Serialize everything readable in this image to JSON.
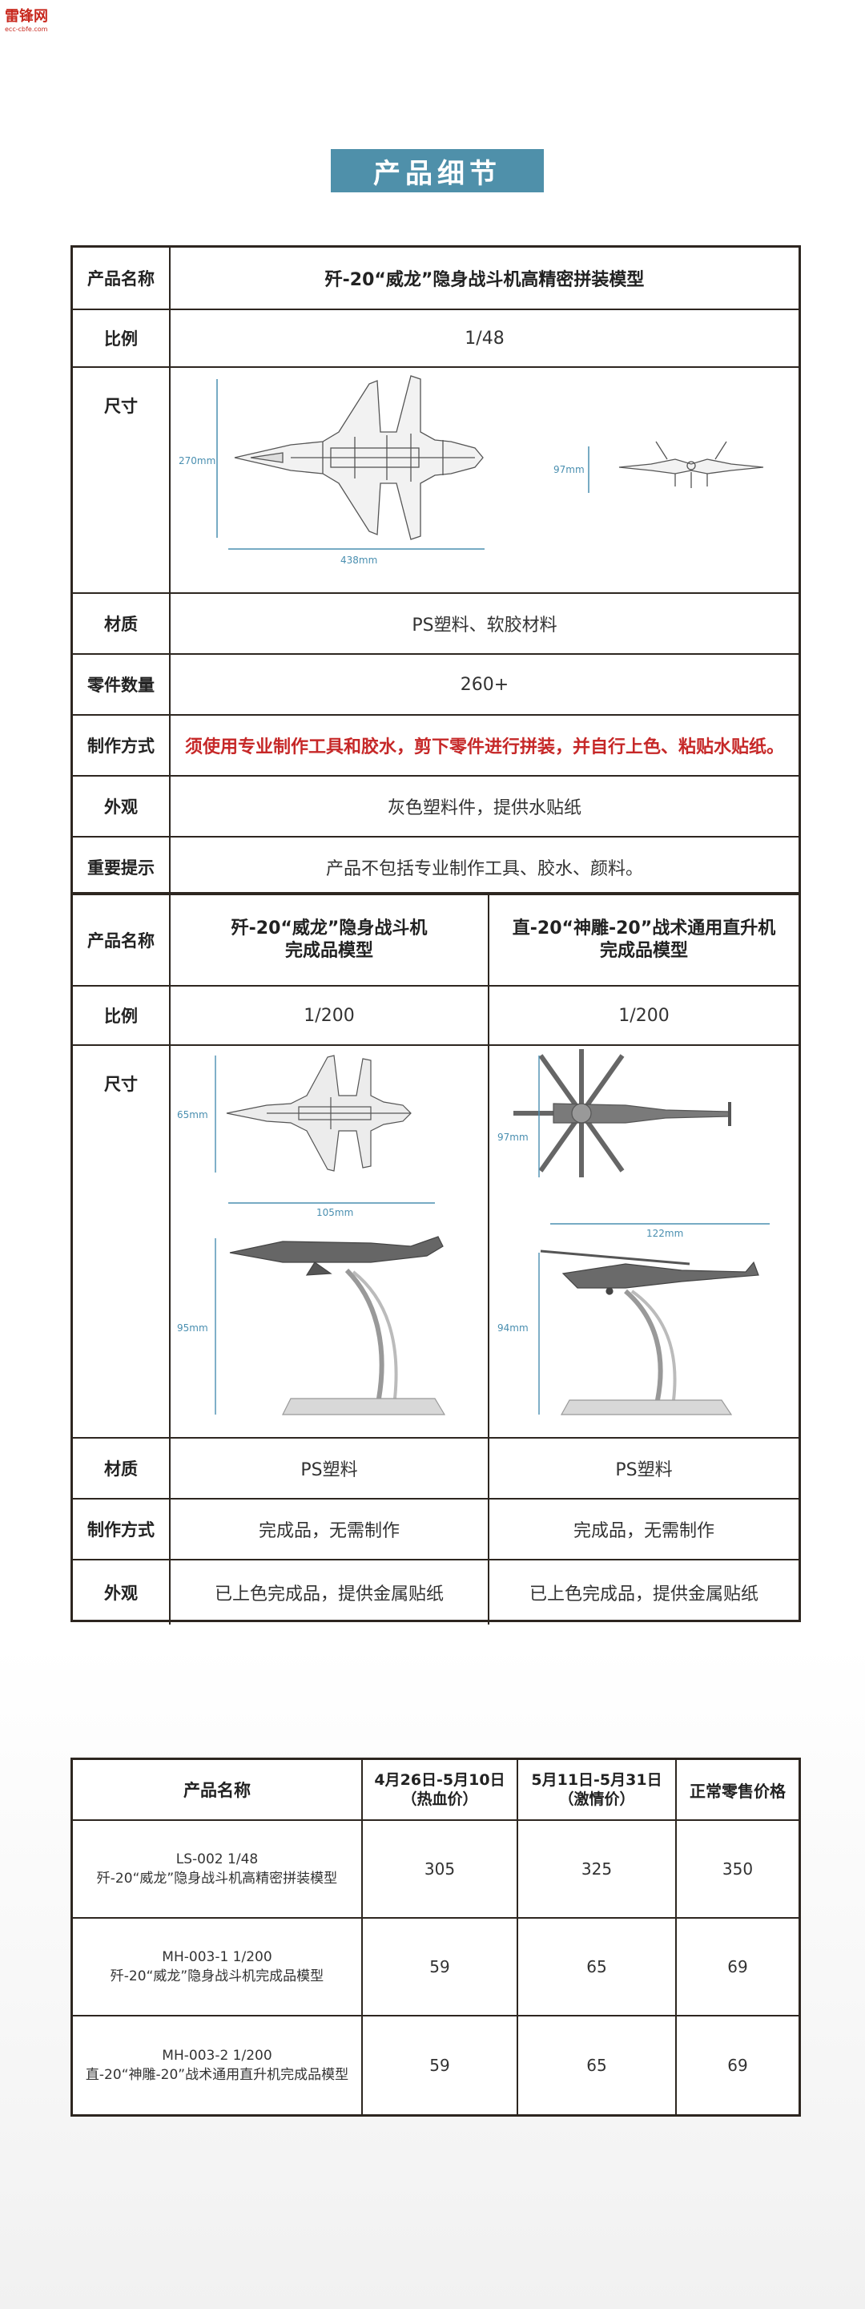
{
  "logo": {
    "name": "雷锋网",
    "sub": "ecc-cbfe.com"
  },
  "banner_title": "产品细节",
  "kit_table": {
    "rows": [
      {
        "label": "产品名称",
        "value": "歼-20“威龙”隐身战斗机高精密拼装模型"
      },
      {
        "label": "比例",
        "value": "1/48"
      },
      {
        "label": "尺寸",
        "dims": {
          "height": "270mm",
          "length": "438mm",
          "front_height": "97mm"
        }
      },
      {
        "label": "材质",
        "value": "PS塑料、软胶材料"
      },
      {
        "label": "零件数量",
        "value": "260+"
      },
      {
        "label": "制作方式",
        "value": "须使用专业制作工具和胶水，剪下零件进行拼装，并自行上色、粘贴水贴纸。"
      },
      {
        "label": "外观",
        "value": "灰色塑料件，提供水贴纸"
      },
      {
        "label": "重要提示",
        "value": "产品不包括专业制作工具、胶水、颜料。"
      }
    ]
  },
  "finished_table": {
    "rows": [
      {
        "label": "产品名称",
        "col1_line1": "歼-20“威龙”隐身战斗机",
        "col1_line2": "完成品模型",
        "col2_line1": "直-20“神雕-20”战术通用直升机",
        "col2_line2": "完成品模型"
      },
      {
        "label": "比例",
        "col1": "1/200",
        "col2": "1/200"
      },
      {
        "label": "尺寸",
        "col1_dims": {
          "height": "65mm",
          "length": "105mm",
          "stand_height": "95mm"
        },
        "col2_dims": {
          "height": "97mm",
          "length": "122mm",
          "stand_height": "94mm"
        }
      },
      {
        "label": "材质",
        "col1": "PS塑料",
        "col2": "PS塑料"
      },
      {
        "label": "制作方式",
        "col1": "完成品，无需制作",
        "col2": "完成品，无需制作"
      },
      {
        "label": "外观",
        "col1": "已上色完成品，提供金属贴纸",
        "col2": "已上色完成品，提供金属贴纸"
      }
    ]
  },
  "price_table": {
    "headers": [
      {
        "line1": "产品名称",
        "line2": ""
      },
      {
        "line1": "4月26日-5月10日",
        "line2": "（热血价）"
      },
      {
        "line1": "5月11日-5月31日",
        "line2": "（激情价）"
      },
      {
        "line1": "正常零售价格",
        "line2": ""
      }
    ],
    "rows": [
      {
        "code": "LS-002 1/48",
        "name": "歼-20“威龙”隐身战斗机高精密拼装模型",
        "p1": "305",
        "p2": "325",
        "p3": "350"
      },
      {
        "code": "MH-003-1 1/200",
        "name": "歼-20“威龙”隐身战斗机完成品模型",
        "p1": "59",
        "p2": "65",
        "p3": "69"
      },
      {
        "code": "MH-003-2 1/200",
        "name": "直-20“神雕-20”战术通用直升机完成品模型",
        "p1": "59",
        "p2": "65",
        "p3": "69"
      }
    ]
  },
  "colors": {
    "banner": "#4f90aa",
    "border": "#2d2620",
    "warning": "#c62828",
    "dimension": "#4a8fb0"
  }
}
